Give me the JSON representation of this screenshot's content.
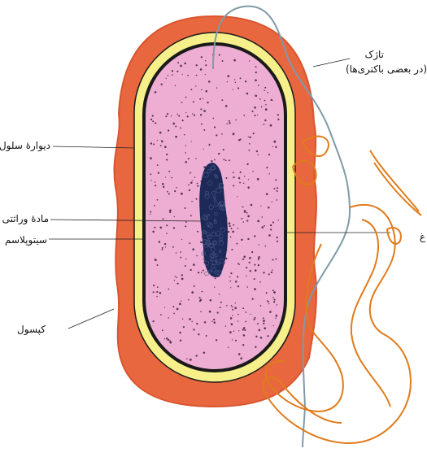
{
  "labels": {
    "flagellum": "تاژک",
    "flagellum_note": "(در بعضی باکتری‌ها)",
    "cell_wall": "دیوارهٔ سلول",
    "genetic_material": "مادهٔ وراثتی",
    "cytoplasm": "سیتوپلاسم",
    "capsule": "کپسول",
    "membrane": "غ"
  },
  "colors": {
    "capsule": "#e8673f",
    "capsule_edge": "#d9552f",
    "cell_wall": "#f6ef8a",
    "membrane_line": "#1a1a1a",
    "cytoplasm": "#eeaed3",
    "nucleoid": "#1d2a57",
    "flagellum": "#7f9aa8",
    "scribble": "#e07b1c",
    "leader": "#222222"
  }
}
